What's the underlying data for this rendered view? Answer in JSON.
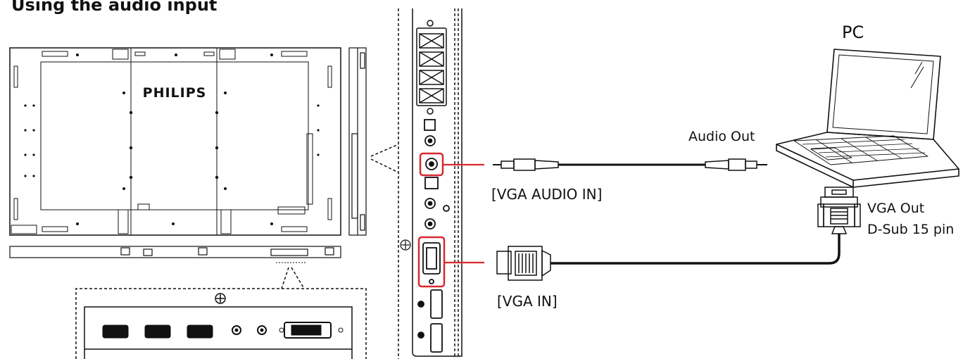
{
  "heading": "Using the audio input",
  "display": {
    "brand": "PHILIPS"
  },
  "labels": {
    "pc": "PC",
    "audio_out": "Audio Out",
    "vga_audio_in": "[VGA AUDIO IN]",
    "vga_out": "VGA Out",
    "dsub": "D-Sub 15 pin",
    "vga_in": "[VGA IN]"
  },
  "colors": {
    "highlight": "#d7282f",
    "line": "#111111",
    "panel": "#ffffff"
  }
}
